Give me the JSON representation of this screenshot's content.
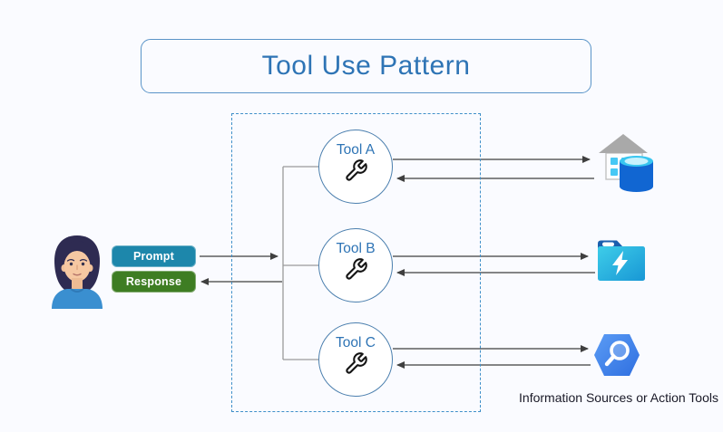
{
  "title": "Tool Use Pattern",
  "user": {
    "prompt_label": "Prompt",
    "response_label": "Response",
    "avatar": "woman-avatar"
  },
  "tools": [
    {
      "label": "Tool A",
      "icon": "wrench-icon"
    },
    {
      "label": "Tool B",
      "icon": "wrench-icon"
    },
    {
      "label": "Tool C",
      "icon": "wrench-icon"
    }
  ],
  "sinks": {
    "caption": "Information Sources or Action Tools",
    "icons": [
      "data-warehouse-icon",
      "flash-folder-icon",
      "search-hexagon-icon"
    ]
  },
  "colors": {
    "background": "#fafbff",
    "accent-blue": "#2e74b5",
    "box-border": "#5a94c8",
    "dashed-border": "#3f8fc9",
    "circle-border": "#4b7fae",
    "prompt-bg": "#1d87ab",
    "response-bg": "#3e7d23",
    "arrow": "#3f3f3f",
    "connector": "#9a9a9a",
    "caption-text": "#1a1a28"
  }
}
